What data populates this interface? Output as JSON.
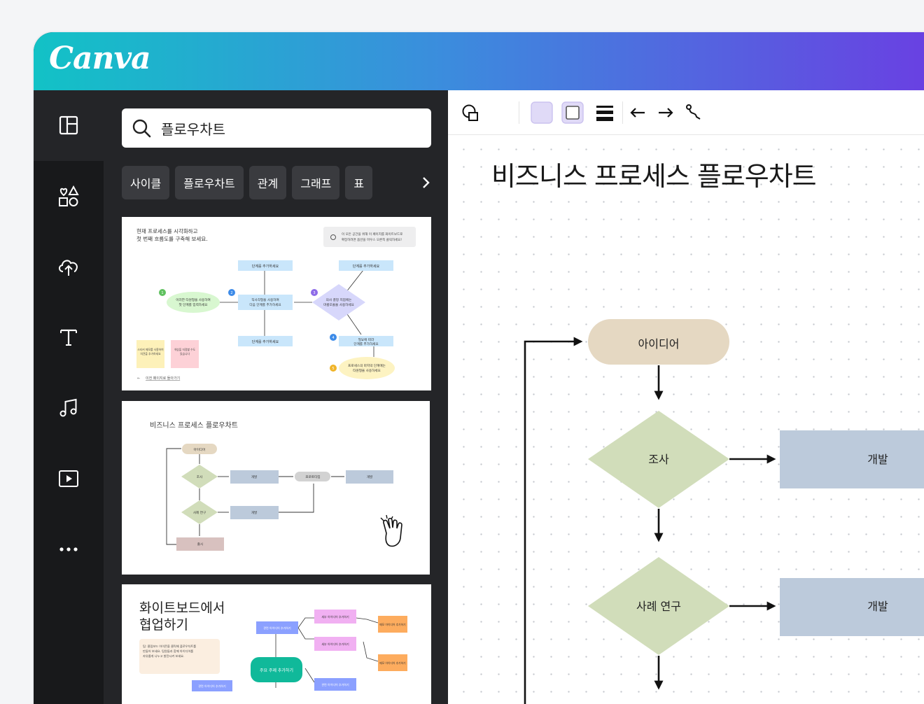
{
  "app": {
    "logo_text": "Canva",
    "gradient_start": "#12c2c6",
    "gradient_end": "#6a3fe2"
  },
  "rail": {
    "items": [
      {
        "name": "templates",
        "icon": "layout-icon"
      },
      {
        "name": "elements",
        "icon": "shapes-icon"
      },
      {
        "name": "uploads",
        "icon": "cloud-upload-icon"
      },
      {
        "name": "text",
        "icon": "text-icon"
      },
      {
        "name": "audio",
        "icon": "music-note-icon"
      },
      {
        "name": "video",
        "icon": "video-icon"
      },
      {
        "name": "more",
        "icon": "more-icon"
      }
    ]
  },
  "panel": {
    "search": {
      "value": "플로우차트",
      "icon": "search-icon"
    },
    "chips": [
      "사이클",
      "플로우차트",
      "관계",
      "그래프",
      "표"
    ],
    "card1": {
      "intro": [
        "현재 프로세스를 시각화하고",
        "첫 번째 흐름도를 구축해 보세요."
      ],
      "tip": [
        "이 모든 공간을 위해 이 페이지를 화이트보드로",
        "확장하려면 옵션을 마우스 오른쪽 클릭하세요!"
      ],
      "step_label": "단계를 추가하세요",
      "start_node": [
        "이러한 타원형을 사용하여",
        "첫 단계를 입력하세요"
      ],
      "rect_node": [
        "직사각형을 사용하여",
        "다음 단계를 추가하세요"
      ],
      "diamond_node": [
        "의사 결정 지점에는",
        "마름모꼴을 사용하세요"
      ],
      "branch_node": [
        "필요에 따라",
        "단계를 추가하세요"
      ],
      "end_node": [
        "프로세스의 마지막 단계에는",
        "타원형을 사용하세요"
      ],
      "sticky1": [
        "스티커 메모를 사용하여",
        "의견을 추가하세요"
      ],
      "sticky2": [
        "색상을 지정할 수도",
        "있습니다"
      ],
      "back_link": "이전 페이지로 돌아가기",
      "badges": [
        "1",
        "2",
        "3",
        "4",
        "5"
      ]
    },
    "card2": {
      "title": "비즈니스 프로세스 플로우차트",
      "idea": "아이디어",
      "research": "조사",
      "case": "사례 연구",
      "dev": "개발",
      "proto": "프로토타입",
      "launch": "출시"
    },
    "card3": {
      "title": [
        "화이트보드에서",
        "협업하기"
      ],
      "tip": [
        "팁: 클립보드 아이콘을 클릭해 플로우차트를",
        "만들어 보세요. 팀원들과 함께 아이디어를",
        "자유롭게 나누고 발전시켜 보세요."
      ],
      "center": "주요 주제 추가하기",
      "sub": "관련 아이디어 추가하기",
      "detail": "세부 아이디어 추가하기",
      "note": "메모 아이디어 추가하기"
    }
  },
  "toolbar": {
    "items": [
      "shape-icon",
      "fill-color-icon",
      "border-color-icon",
      "line-weight-icon",
      "arrow-left-icon",
      "arrow-right-icon",
      "connector-icon"
    ],
    "fill_color": "#e0daf7"
  },
  "board": {
    "title": "비즈니스 프로세스 플로우차트",
    "nodes": {
      "idea": "아이디어",
      "research": "조사",
      "case": "사례 연구",
      "dev1": "개발",
      "dev2": "개발"
    },
    "colors": {
      "idea": "#e5d8c2",
      "diamond": "#d1ddba",
      "dev": "#bccadb",
      "bottom": "#d8c1bf"
    }
  }
}
